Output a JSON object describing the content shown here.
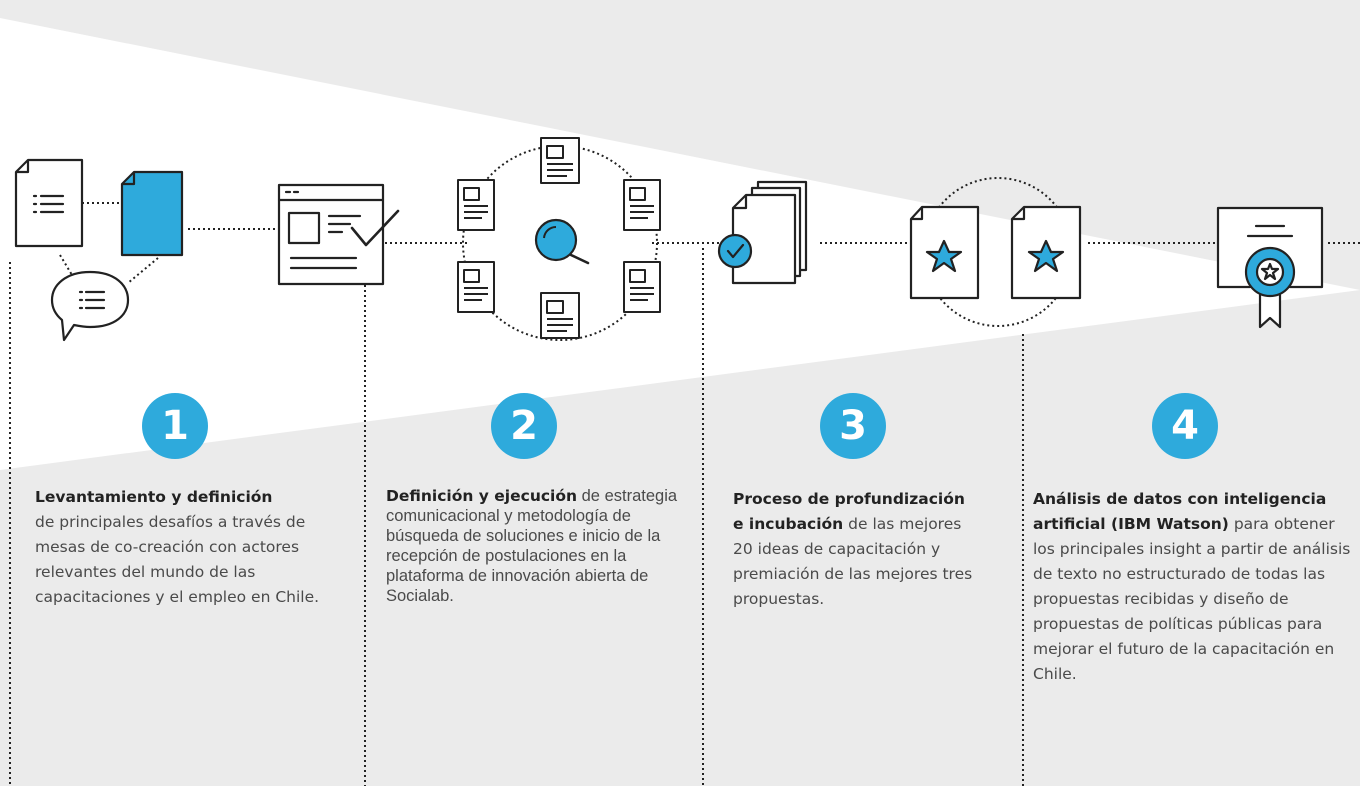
{
  "accent_color": "#2eaadc",
  "steps": [
    {
      "number": "1",
      "bold": "Levantamiento y definición",
      "text": "de principales desafíos a través de mesas de co-creación con actores relevantes del mundo de las capacitaciones y el empleo en Chile."
    },
    {
      "number": "2",
      "bold": "Definición y ejecución",
      "text": " de estrategia comunicacional y metodología de búsqueda de soluciones e inicio de la recepción de postulaciones en la plataforma de innovación abierta de Socialab."
    },
    {
      "number": "3",
      "bold": "Proceso de profundización e incubación",
      "text": " de las mejores 20 ideas de capacitación y premiación de las mejores tres propuestas."
    },
    {
      "number": "4",
      "bold": "Análisis de datos con inteligencia artificial (IBM Watson)",
      "text": " para obtener los principales insight a partir de análisis de texto no estructurado de todas las propuestas recibidas y diseño de propuestas de políticas públicas para mejorar el futuro de la capacitación en Chile."
    }
  ],
  "icons": [
    "list-document-icon",
    "chat-bubble-icon",
    "blue-document-icon",
    "web-form-check-icon",
    "search-documents-cycle-icon",
    "approved-documents-icon",
    "star-document-icon",
    "award-certificate-icon"
  ]
}
